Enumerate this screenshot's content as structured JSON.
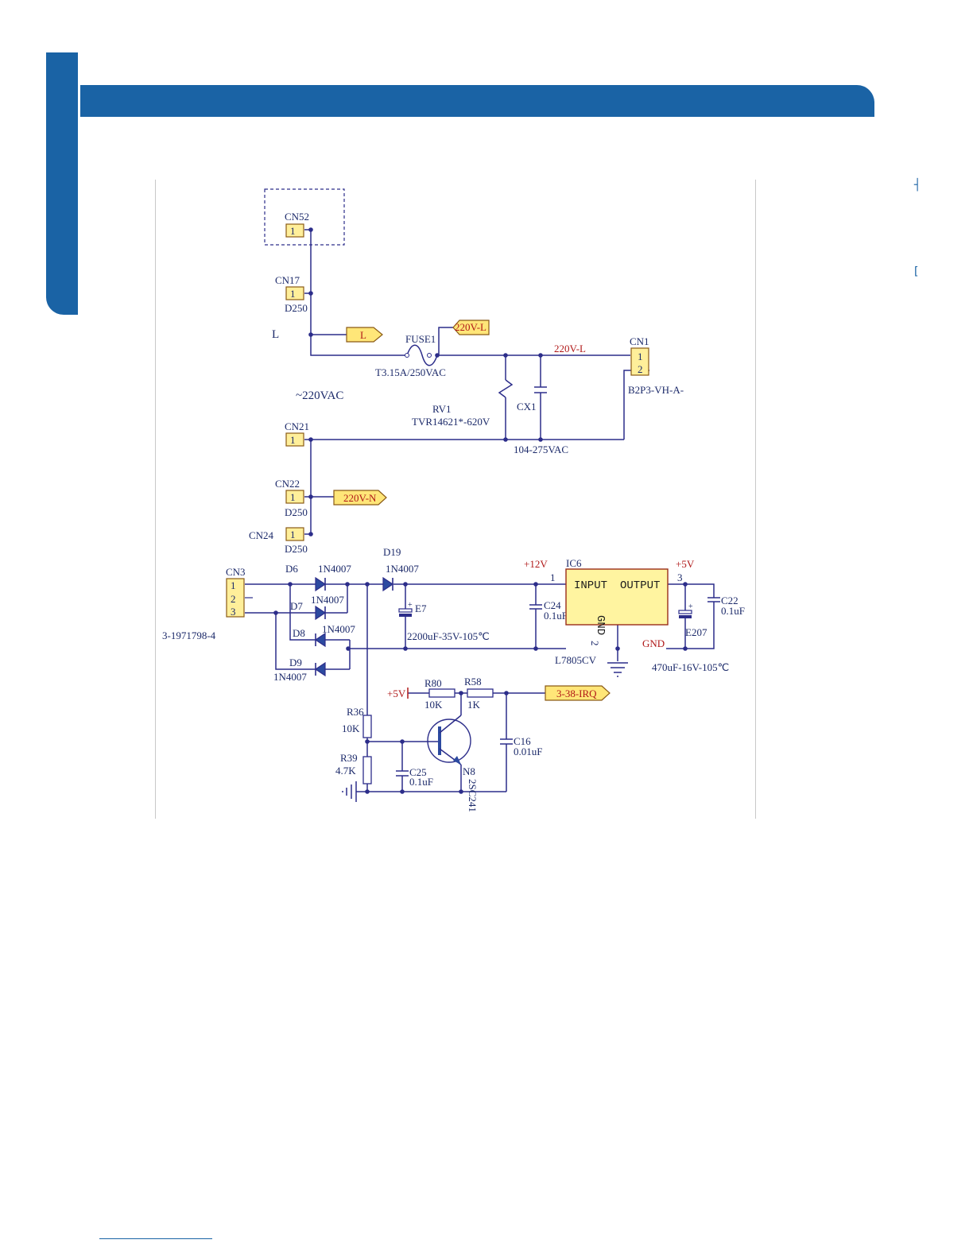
{
  "diagram": {
    "supply": {
      "line_label": "L",
      "voltage": "~220VAC"
    },
    "connectors": {
      "cn52": {
        "ref": "CN52",
        "pin": "1"
      },
      "cn17": {
        "ref": "CN17",
        "pin": "1",
        "part": "D250"
      },
      "cn21": {
        "ref": "CN21",
        "pin": "1"
      },
      "cn22": {
        "ref": "CN22",
        "pin": "1",
        "part": "D250"
      },
      "cn24": {
        "ref": "CN24",
        "pin": "1",
        "part": "D250"
      },
      "cn1": {
        "ref": "CN1",
        "pins": [
          "1",
          "2"
        ],
        "part": "B2P3-VH-A-"
      },
      "cn3": {
        "ref": "CN3",
        "pins": [
          "1",
          "2",
          "3"
        ],
        "part": "3-1971798-4"
      }
    },
    "ports": {
      "l": "L",
      "l220": "220V-L",
      "n220": "220V-N",
      "irq": "3-38-IRQ"
    },
    "fuse": {
      "ref": "FUSE1",
      "value": "T3.15A/250VAC"
    },
    "net_220v_l": "220V-L",
    "varistor": {
      "ref": "RV1",
      "value": "TVR14621*-620V"
    },
    "cx1": {
      "ref": "CX1",
      "value": "104-275VAC"
    },
    "diodes": {
      "d6": {
        "ref": "D6",
        "value": "1N4007"
      },
      "d7": {
        "ref": "D7",
        "value": "1N4007"
      },
      "d8": {
        "ref": "D8",
        "value": "1N4007"
      },
      "d9": {
        "ref": "D9",
        "value": "1N4007"
      },
      "d19": {
        "ref": "D19",
        "value": "1N4007"
      }
    },
    "e7": {
      "ref": "E7",
      "value": "2200uF-35V-105℃"
    },
    "rail_12v": "+12V",
    "rail_5v": "+5V",
    "c24": {
      "ref": "C24",
      "value": "0.1uF"
    },
    "regulator": {
      "ref": "IC6",
      "input": "INPUT",
      "output": "OUTPUT",
      "gnd": "GND",
      "pin_in": "1",
      "pin_gnd": "2",
      "pin_out": "3",
      "part": "L7805CV"
    },
    "gnd_net": "GND",
    "e207": {
      "ref": "E207",
      "value": "470uF-16V-105℃"
    },
    "c22": {
      "ref": "C22",
      "value": "0.1uF"
    },
    "r80": {
      "ref": "R80",
      "value": "10K"
    },
    "r58": {
      "ref": "R58",
      "value": "1K"
    },
    "r36": {
      "ref": "R36",
      "value": "10K"
    },
    "r39": {
      "ref": "R39",
      "value": "4.7K"
    },
    "c16": {
      "ref": "C16",
      "value": "0.01uF"
    },
    "c25": {
      "ref": "C25",
      "value": "0.1uF"
    },
    "transistor": {
      "ref": "N8",
      "part": "2SC241"
    }
  }
}
